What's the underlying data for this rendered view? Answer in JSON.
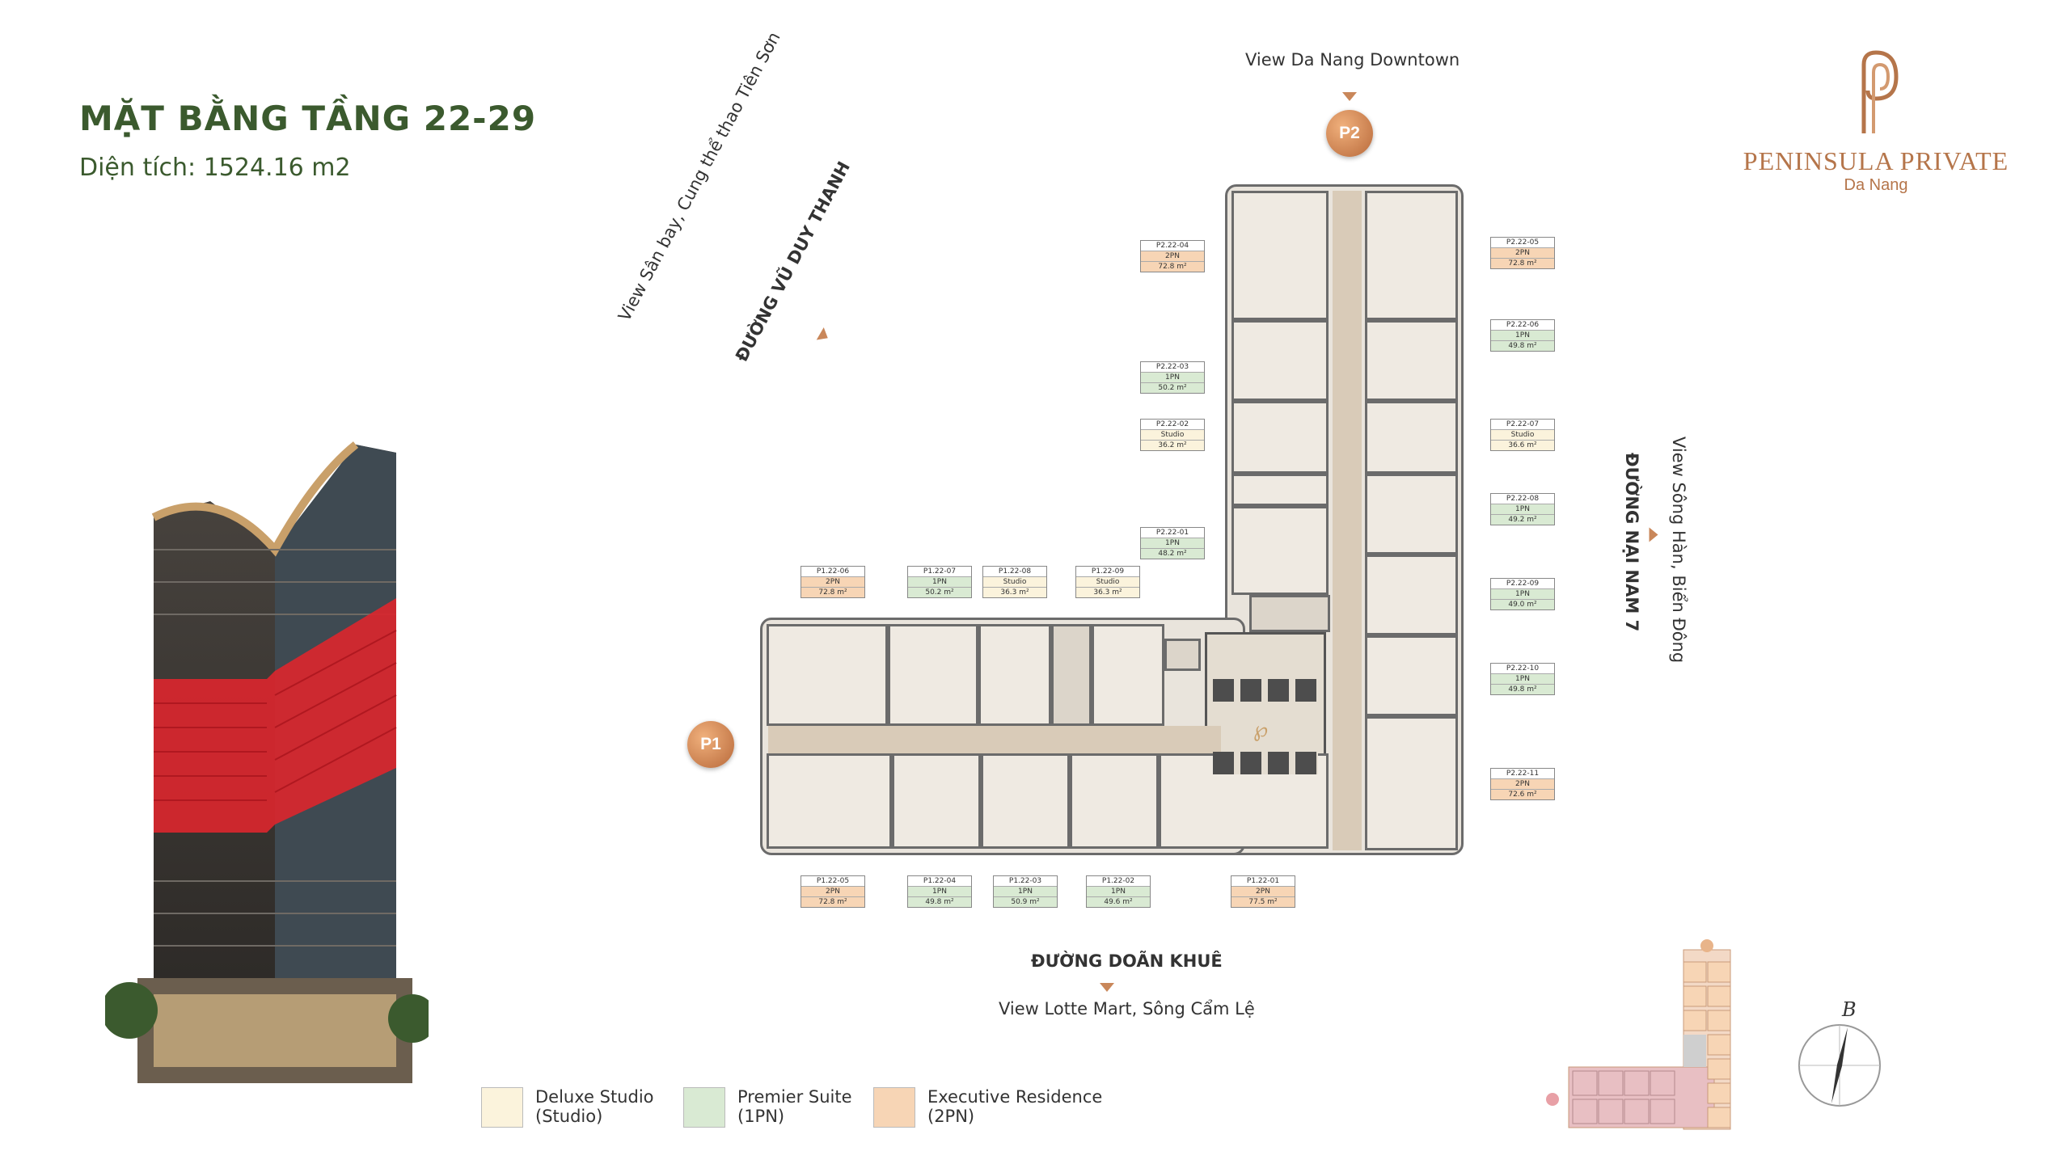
{
  "title": "MẶT BẰNG TẦNG 22-29",
  "area": "Diện tích: 1524.16 m2",
  "brand": {
    "name": "PENINSULA PRIVATE",
    "city": "Da Nang"
  },
  "views": {
    "top": "View Da Nang Downtown",
    "left": "View Sân bay, Cung thể thao Tiên Sơn",
    "left_road": "ĐƯỜNG VŨ DUY THANH",
    "right": "View Sông Hàn, Biển Đông",
    "right_road": "ĐƯỜNG NẠI NAM 7",
    "bottom_road": "ĐƯỜNG DOÃN KHUÊ",
    "bottom": "View Lotte Mart, Sông Cẩm Lệ"
  },
  "markers": {
    "p1": "P1",
    "p2": "P2"
  },
  "compass": "B",
  "units": [
    {
      "code": "P2.22-04",
      "type": "2PN",
      "area": "72.8 m²",
      "cls": "two"
    },
    {
      "code": "P2.22-05",
      "type": "2PN",
      "area": "72.8 m²",
      "cls": "two"
    },
    {
      "code": "P2.22-06",
      "type": "1PN",
      "area": "49.8 m²",
      "cls": "one"
    },
    {
      "code": "P2.22-03",
      "type": "1PN",
      "area": "50.2 m²",
      "cls": "one"
    },
    {
      "code": "P2.22-02",
      "type": "Studio",
      "area": "36.2 m²",
      "cls": "studio"
    },
    {
      "code": "P2.22-07",
      "type": "Studio",
      "area": "36.6 m²",
      "cls": "studio"
    },
    {
      "code": "P2.22-08",
      "type": "1PN",
      "area": "49.2 m²",
      "cls": "one"
    },
    {
      "code": "P2.22-01",
      "type": "1PN",
      "area": "48.2 m²",
      "cls": "one"
    },
    {
      "code": "P2.22-09",
      "type": "1PN",
      "area": "49.0 m²",
      "cls": "one"
    },
    {
      "code": "P2.22-10",
      "type": "1PN",
      "area": "49.8 m²",
      "cls": "one"
    },
    {
      "code": "P2.22-11",
      "type": "2PN",
      "area": "72.6 m²",
      "cls": "two"
    },
    {
      "code": "P1.22-06",
      "type": "2PN",
      "area": "72.8 m²",
      "cls": "two"
    },
    {
      "code": "P1.22-07",
      "type": "1PN",
      "area": "50.2 m²",
      "cls": "one"
    },
    {
      "code": "P1.22-08",
      "type": "Studio",
      "area": "36.3 m²",
      "cls": "studio"
    },
    {
      "code": "P1.22-09",
      "type": "Studio",
      "area": "36.3 m²",
      "cls": "studio"
    },
    {
      "code": "P1.22-05",
      "type": "2PN",
      "area": "72.8 m²",
      "cls": "two"
    },
    {
      "code": "P1.22-04",
      "type": "1PN",
      "area": "49.8 m²",
      "cls": "one"
    },
    {
      "code": "P1.22-03",
      "type": "1PN",
      "area": "50.9 m²",
      "cls": "one"
    },
    {
      "code": "P1.22-02",
      "type": "1PN",
      "area": "49.6 m²",
      "cls": "one"
    },
    {
      "code": "P1.22-01",
      "type": "2PN",
      "area": "77.5 m²",
      "cls": "two"
    }
  ],
  "legend": [
    {
      "name": "Deluxe Studio",
      "sub": "(Studio)",
      "color": "#fbf3dc"
    },
    {
      "name": "Premier Suite",
      "sub": "(1PN)",
      "color": "#d9ead3"
    },
    {
      "name": "Executive Residence",
      "sub": "(2PN)",
      "color": "#f7d5b5"
    }
  ]
}
